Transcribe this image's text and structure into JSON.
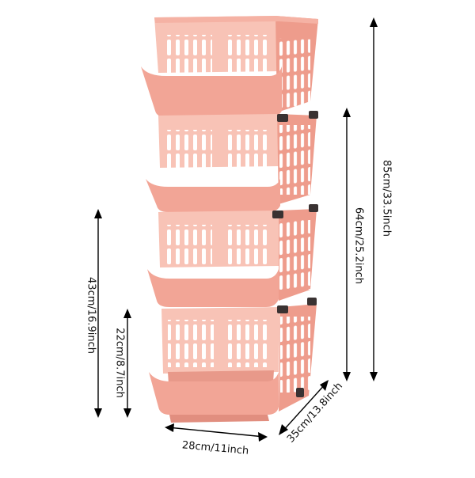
{
  "colors": {
    "basket_face": "#f2a596",
    "basket_light": "#f8c3b6",
    "basket_dark": "#e18e7f",
    "basket_inner": "#ee9c8c",
    "slot": "#ffffff",
    "clip": "#3a3232",
    "arrow": "#000000",
    "text": "#111111"
  },
  "product": {
    "tiers": 4,
    "color_name": "pink"
  },
  "dimensions": {
    "total_height": "85cm/33.5inch",
    "upper_three_height": "64cm/25.2inch",
    "two_tier_height": "43cm/16.9inch",
    "single_tier_height": "22cm/8.7inch",
    "width": "28cm/11inch",
    "depth": "35cm/13.8inch"
  }
}
